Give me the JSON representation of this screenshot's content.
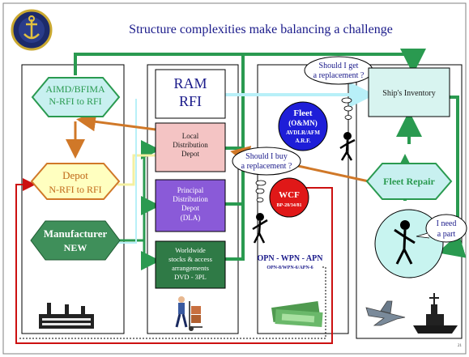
{
  "title": "Structure complexities make balancing a challenge",
  "nodes": {
    "aimd": [
      "AIMD/BFIMA",
      "N-RFI to RFI"
    ],
    "depot": [
      "Depot",
      "N-RFI to RFI"
    ],
    "manufacturer": [
      "Manufacturer",
      "NEW"
    ],
    "ram": [
      "RAM",
      "RFI"
    ],
    "local": [
      "Local",
      "Distribution",
      "Depot"
    ],
    "principal": [
      "Principal",
      "Distribution",
      "Depot",
      "(DLA)"
    ],
    "worldwide": [
      "Worldwide",
      "stocks & access",
      "arrangements",
      "DVD - 3PL"
    ],
    "fleet": [
      "Fleet",
      "(O&MN)",
      "AVDLR/AFM",
      "A.R.F."
    ],
    "wcf": [
      "WCF",
      "BP-28/34/81"
    ],
    "opn": [
      "OPN - WPN - APN",
      "OPN-8/WPN-6/APN-6"
    ],
    "inventory": [
      "Ship's Inventory"
    ],
    "fleet_repair": [
      "Fleet Repair"
    ]
  },
  "bubbles": {
    "replace": [
      "Should I get",
      "a replacement ?"
    ],
    "buy": [
      "Should I buy",
      "a replacement ?"
    ],
    "part": [
      "I need",
      "a part"
    ]
  },
  "slide_number": "21",
  "colors": {
    "aimd_fill": "#c8f0f0",
    "depot_fill": "#ffffc0",
    "manufacturer_fill": "#3f8f5a",
    "local_fill": "#f4c4c4",
    "principal_fill": "#8a5ad8",
    "worldwide_fill": "#2f7a46",
    "fleet_fill": "#1e1ed8",
    "wcf_fill": "#e01818",
    "inventory_fill": "#d8f4f0",
    "fleet_repair_fill": "#c8f0f0",
    "green_arrow": "#2a9a50",
    "orange_arrow": "#d07828",
    "red_line": "#cc1010",
    "title_color": "#1a1a8a"
  }
}
